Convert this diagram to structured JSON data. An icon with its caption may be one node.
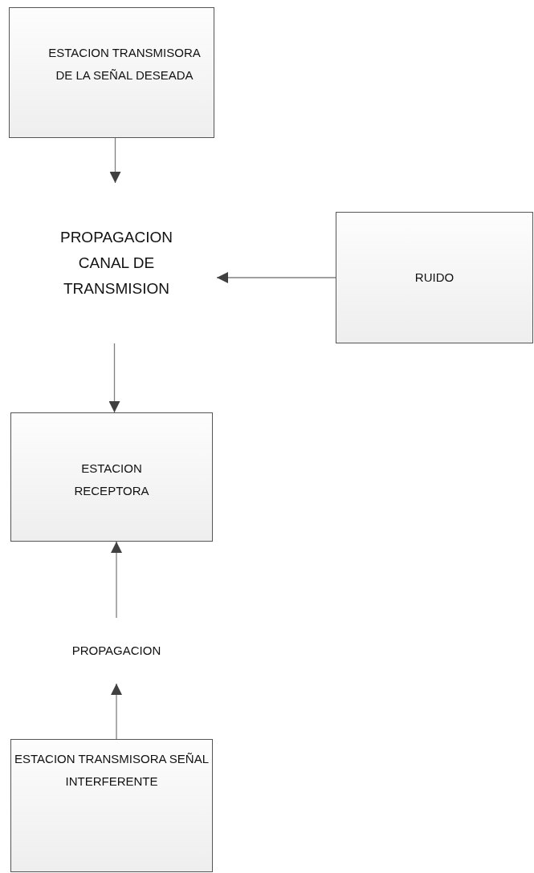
{
  "diagram": {
    "nodes": [
      {
        "text": [
          "ESTACION TRANSMISORA DE LA SEÑAL DESEADA"
        ]
      },
      {
        "text": [
          "PROPAGACION CANAL DE TRANSMISION"
        ]
      },
      {
        "text": [
          "RUIDO"
        ]
      },
      {
        "text": [
          "ESTACION RECEPTORA"
        ]
      },
      {
        "text": [
          "PROPAGACION"
        ]
      },
      {
        "text": [
          "ESTACION TRANSMISORA SEÑAL INTERFERENTE"
        ]
      }
    ],
    "edges": [
      {
        "from": 0,
        "to": 1,
        "arrow": "to"
      },
      {
        "from": 2,
        "to": 1,
        "arrow": "to"
      },
      {
        "from": 1,
        "to": 3,
        "arrow": "to"
      },
      {
        "from": 4,
        "to": 3,
        "arrow": "to"
      },
      {
        "from": 5,
        "to": 4,
        "arrow": "to"
      }
    ]
  }
}
